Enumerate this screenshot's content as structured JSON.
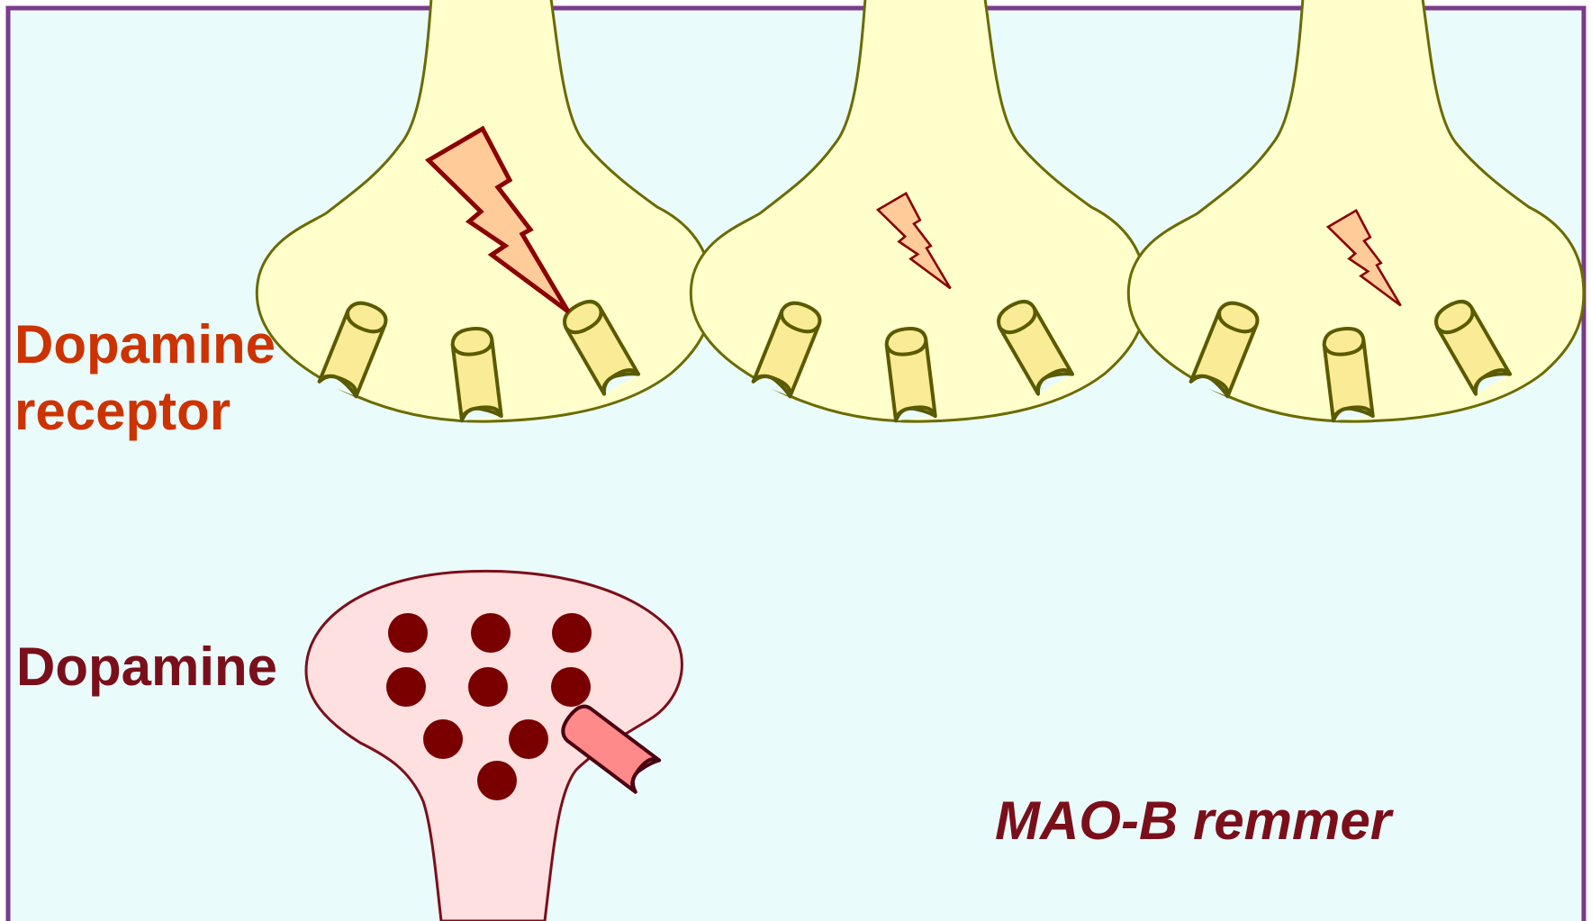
{
  "labels": {
    "receptor": "Dopamine receptor",
    "dopamine": "Dopamine",
    "inhibitor": "MAO-B remmer"
  },
  "colors": {
    "background": "#eafbfc",
    "frame": "#7b3a8c",
    "receptor_text": "#cc3300",
    "dopamine_text": "#7a0f1a",
    "postsynaptic_fill": "#ffffcc",
    "postsynaptic_stroke": "#6b6b00",
    "receptor_fill": "#faeb96",
    "receptor_stroke": "#5a5a00",
    "signal_fill": "#ffcc99",
    "signal_stroke": "#8b0000",
    "presynaptic_fill": "#ffe0e0",
    "presynaptic_stroke": "#7a0f1a",
    "vesicle_fill": "#7a0000",
    "maob_fill": "#ff8a8a"
  },
  "diagram": {
    "postsynaptic_terminals": [
      {
        "signal_strength": "strong"
      },
      {
        "signal_strength": "weak"
      },
      {
        "signal_strength": "weak"
      }
    ],
    "receptors_per_terminal": 3,
    "dopamine_vesicle_count": 9
  }
}
